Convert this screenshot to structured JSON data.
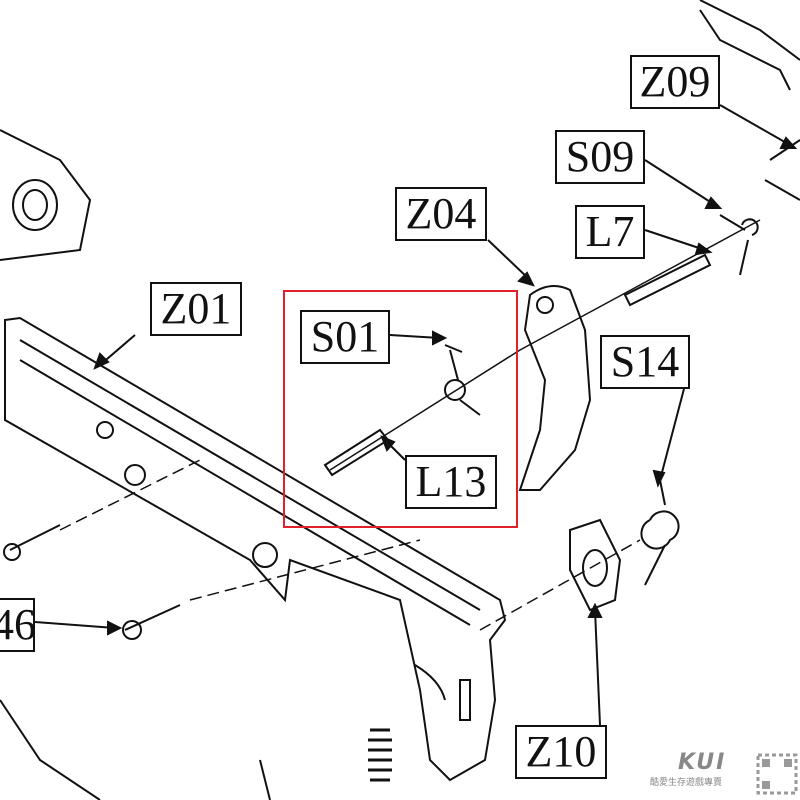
{
  "labels": {
    "z09": "Z09",
    "s09": "S09",
    "z04": "Z04",
    "l7": "L7",
    "z01": "Z01",
    "s01": "S01",
    "s14": "S14",
    "l13": "L13",
    "p46": "46",
    "z10": "Z10"
  },
  "highlight_color": "#e0202a",
  "logo": {
    "brand": "KUI",
    "subtitle": "酷愛生存遊戲專賣"
  }
}
